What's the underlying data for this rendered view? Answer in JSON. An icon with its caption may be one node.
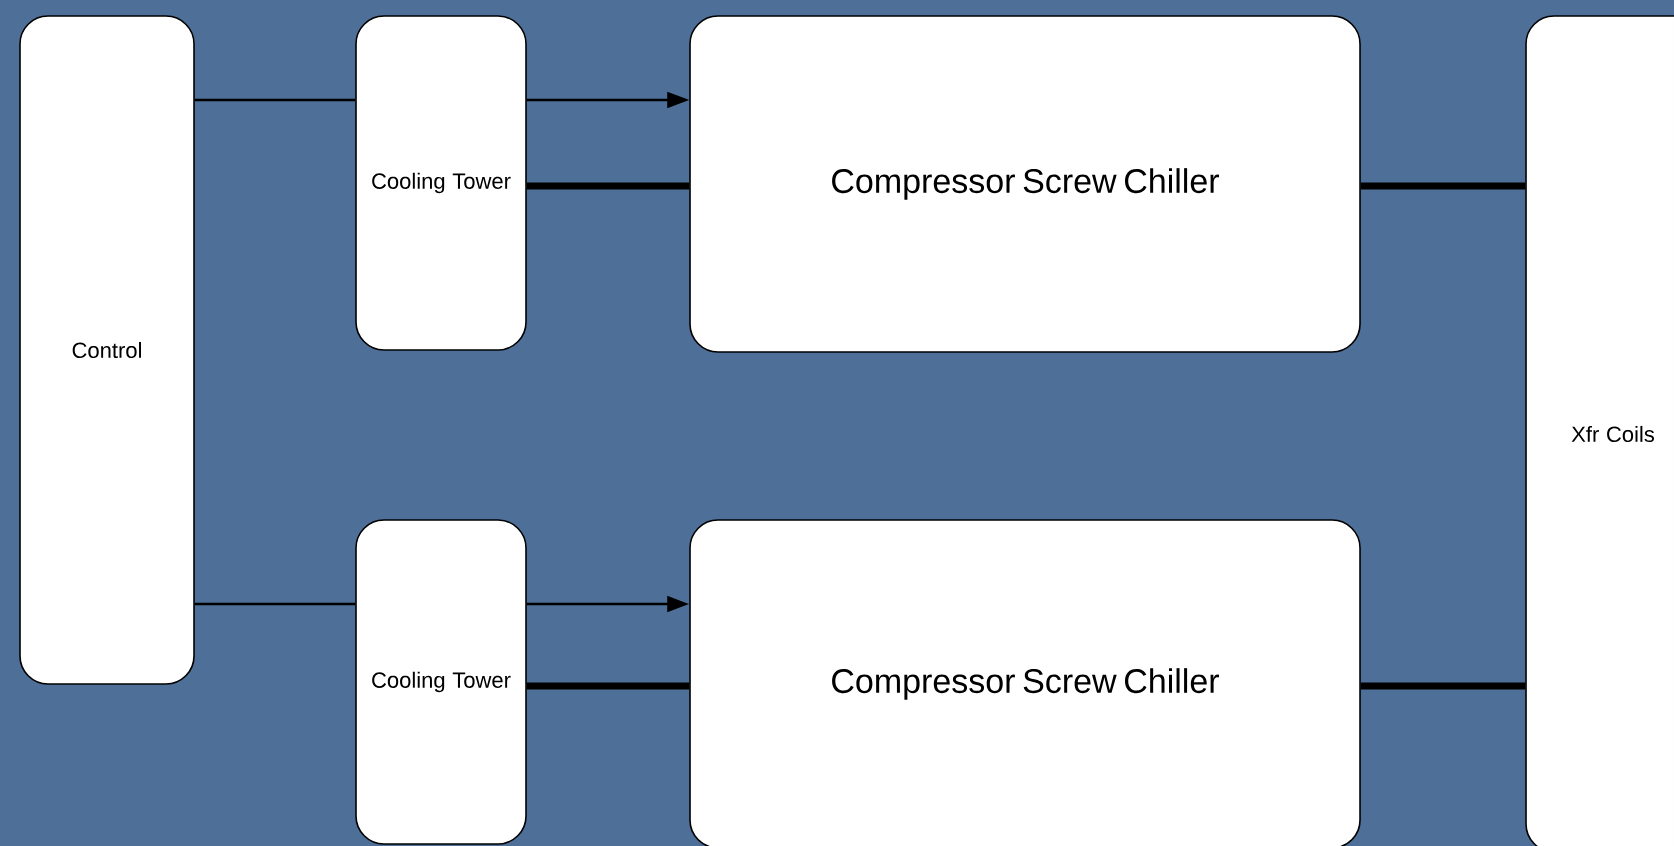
{
  "diagram": {
    "nodes": [
      {
        "text": [
          "Control"
        ]
      },
      {
        "text": [
          "Cooling Tower"
        ]
      },
      {
        "text": [
          "Compressor Screw Chiller"
        ]
      },
      {
        "text": [
          "Xfr Coils"
        ]
      },
      {
        "text": [
          "Cooling Tower"
        ]
      },
      {
        "text": [
          "Compressor Screw Chiller"
        ]
      }
    ],
    "edges": [
      {
        "from": 0,
        "to": 1,
        "arrow": "none"
      },
      {
        "from": 1,
        "to": 2,
        "arrow": "to"
      },
      {
        "from": 1,
        "to": 2,
        "arrow": "none",
        "style": "thick"
      },
      {
        "from": 2,
        "to": 3,
        "arrow": "none",
        "style": "thick"
      },
      {
        "from": 0,
        "to": 4,
        "arrow": "none"
      },
      {
        "from": 4,
        "to": 5,
        "arrow": "to"
      },
      {
        "from": 4,
        "to": 5,
        "arrow": "none",
        "style": "thick"
      },
      {
        "from": 5,
        "to": 3,
        "arrow": "none",
        "style": "thick"
      }
    ]
  }
}
